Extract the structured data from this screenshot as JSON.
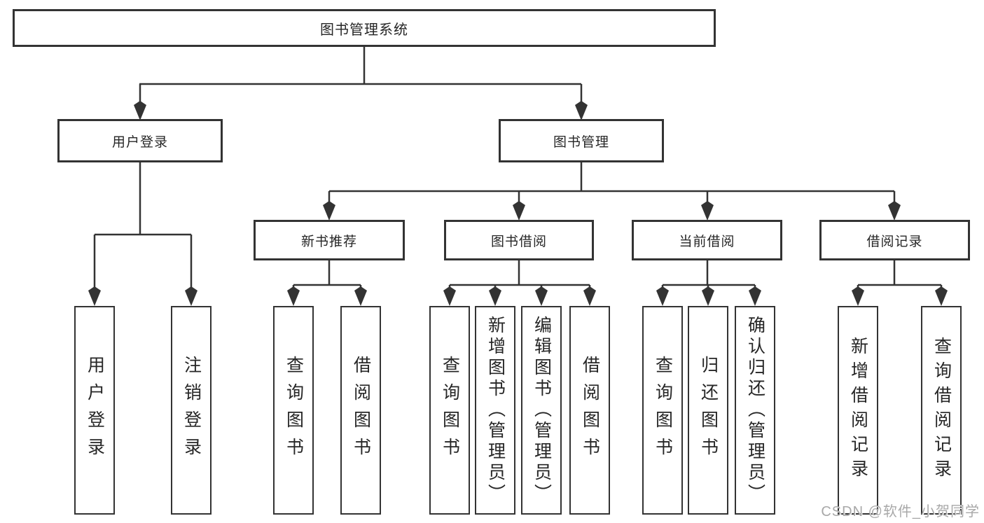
{
  "diagram_type": "hierarchy-tree",
  "colors": {
    "line": "#333333",
    "box_border": "#333333",
    "text": "#262626",
    "watermark": "#a8a8a8",
    "background": "#ffffff"
  },
  "nodes": {
    "root": "图书管理系统",
    "user_login": "用户登录",
    "book_management": "图书管理",
    "new_book_recommendation": "新书推荐",
    "book_borrowing": "图书借阅",
    "current_borrowing": "当前借阅",
    "borrowing_records": "借阅记录",
    "leaf_user_login": "用户登录",
    "leaf_logout": "注销登录",
    "leaf_rec_query_books": "查询图书",
    "leaf_rec_borrow_books": "借阅图书",
    "leaf_bor_query_books": "查询图书",
    "leaf_bor_add_books": "新增图书（管理员）",
    "leaf_bor_edit_books": "编辑图书（管理员）",
    "leaf_bor_borrow_books": "借阅图书",
    "leaf_cur_query_books": "查询图书",
    "leaf_cur_return_books": "归还图书",
    "leaf_cur_confirm_return": "确认归还（管理员）",
    "leaf_log_add_record": "新增借阅记录",
    "leaf_log_query_record": "查询借阅记录"
  },
  "hierarchy": {
    "图书管理系统": {
      "用户登录": [
        "用户登录",
        "注销登录"
      ],
      "图书管理": {
        "新书推荐": [
          "查询图书",
          "借阅图书"
        ],
        "图书借阅": [
          "查询图书",
          "新增图书（管理员）",
          "编辑图书（管理员）",
          "借阅图书"
        ],
        "当前借阅": [
          "查询图书",
          "归还图书",
          "确认归还（管理员）"
        ],
        "借阅记录": [
          "新增借阅记录",
          "查询借阅记录"
        ]
      }
    }
  },
  "watermark": "CSDN @软件_小贺同学"
}
